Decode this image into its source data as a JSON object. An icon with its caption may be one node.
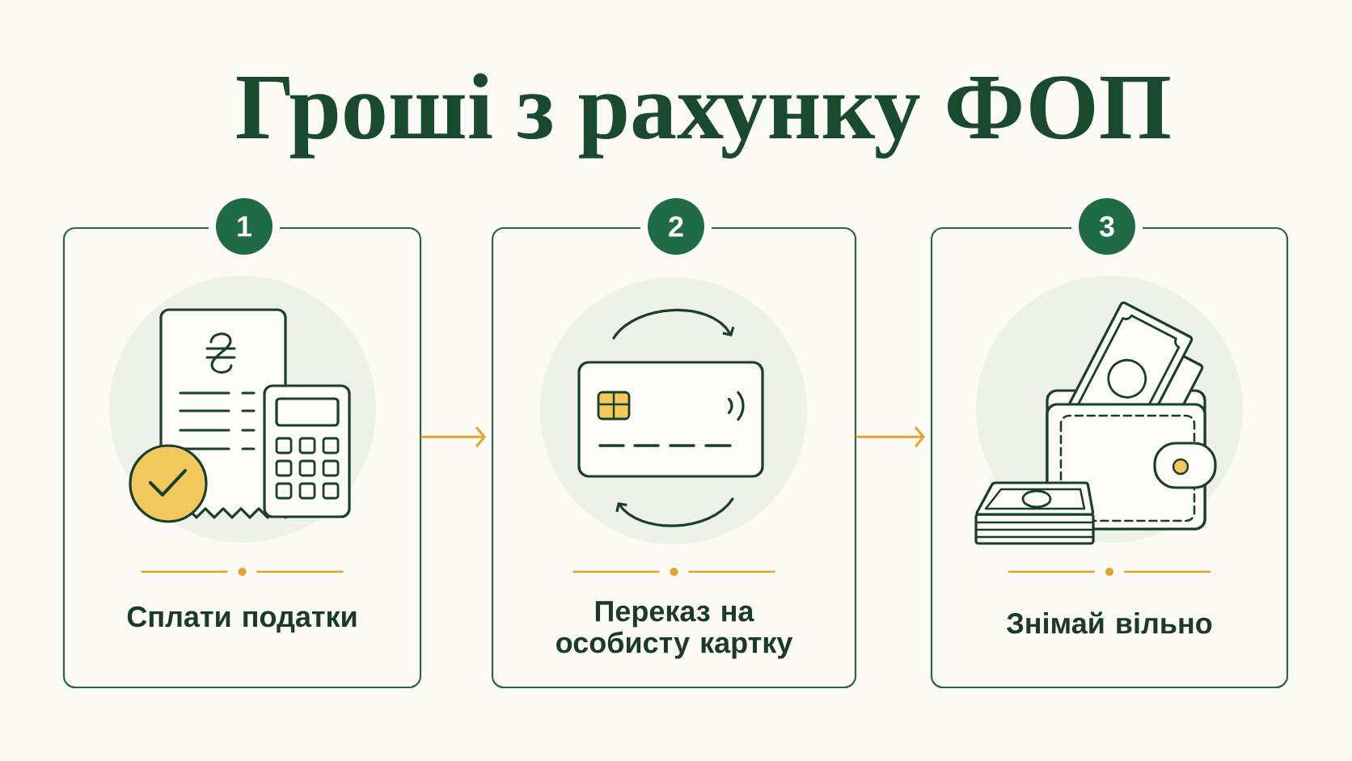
{
  "diagram": {
    "title": "Гроші з рахунку ФОП",
    "nodes": [
      {
        "text": [
          "1"
        ]
      },
      {
        "text": [
          "Сплати податки"
        ]
      },
      {
        "text": [
          "2"
        ]
      },
      {
        "text": [
          "Переказ на особисту картку"
        ]
      },
      {
        "text": [
          "3"
        ]
      },
      {
        "text": [
          "Знімай вільно"
        ]
      }
    ],
    "edges": [
      {
        "from": 1,
        "to": 3,
        "arrow": "to"
      },
      {
        "from": 3,
        "to": 5,
        "arrow": "to"
      }
    ]
  }
}
